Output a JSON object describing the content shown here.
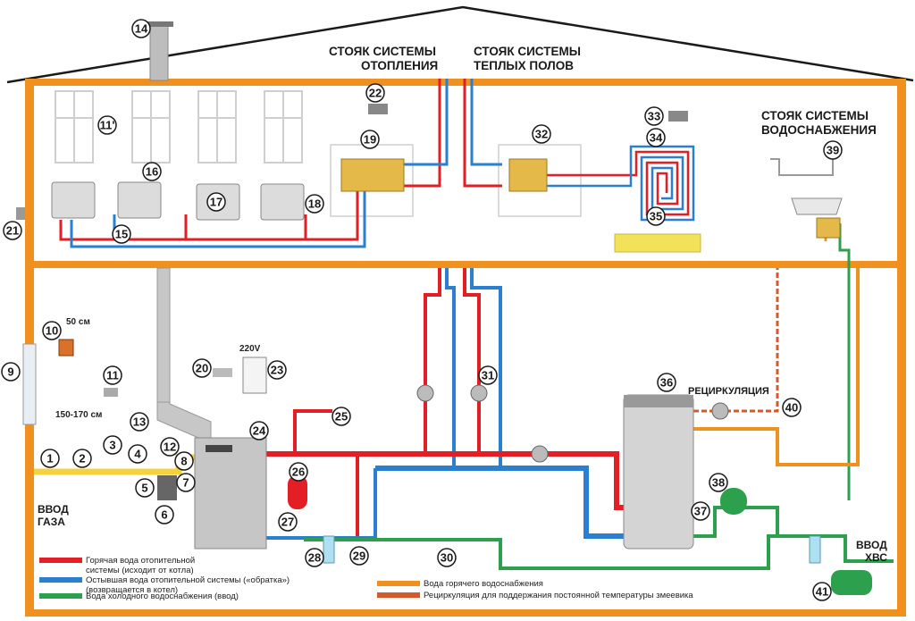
{
  "risers": {
    "heating_line1": "СТОЯК СИСТЕМЫ",
    "heating_line2": "ОТОПЛЕНИЯ",
    "floor_line1": "СТОЯК СИСТЕМЫ",
    "floor_line2": "ТЕПЛЫХ ПОЛОВ",
    "water_line1": "СТОЯК СИСТЕМЫ",
    "water_line2": "ВОДОСНАБЖЕНИЯ"
  },
  "labels": {
    "gas_input_1": "ВВОД",
    "gas_input_2": "ГАЗА",
    "cold_input_1": "ВВОД",
    "cold_input_2": "ХВС",
    "recirculation": "РЕЦИРКУЛЯЦИЯ",
    "voltage": "220V",
    "dist_50": "50 см",
    "dist_150": "150-170 см"
  },
  "numbers": [
    "1",
    "2",
    "3",
    "4",
    "5",
    "6",
    "7",
    "8",
    "9",
    "10",
    "11",
    "11'",
    "12",
    "13",
    "14",
    "15",
    "16",
    "17",
    "18",
    "19",
    "20",
    "21",
    "22",
    "23",
    "24",
    "25",
    "26",
    "27",
    "28",
    "29",
    "30",
    "31",
    "32",
    "33",
    "34",
    "35",
    "36",
    "37",
    "38",
    "39",
    "40",
    "41"
  ],
  "legend": {
    "hot_1": "Горячая вода отопительной",
    "hot_2": "системы (исходит от котла)",
    "return_1": "Остывшая вода отопительной системы («обратка»)",
    "return_2": "(возвращается в котел)",
    "cold": "Вода холодного водоснабжения (ввод)",
    "dhw": "Вода горячего водоснабжения",
    "recirc": "Рециркуляция для поддержания постоянной температуры змеевика"
  },
  "colors": {
    "wall": "#f0901e",
    "hot": "#e31e24",
    "return": "#2a7fd0",
    "cold": "#2ca04c",
    "dhw": "#f0901e",
    "gas": "#f5d23c"
  }
}
